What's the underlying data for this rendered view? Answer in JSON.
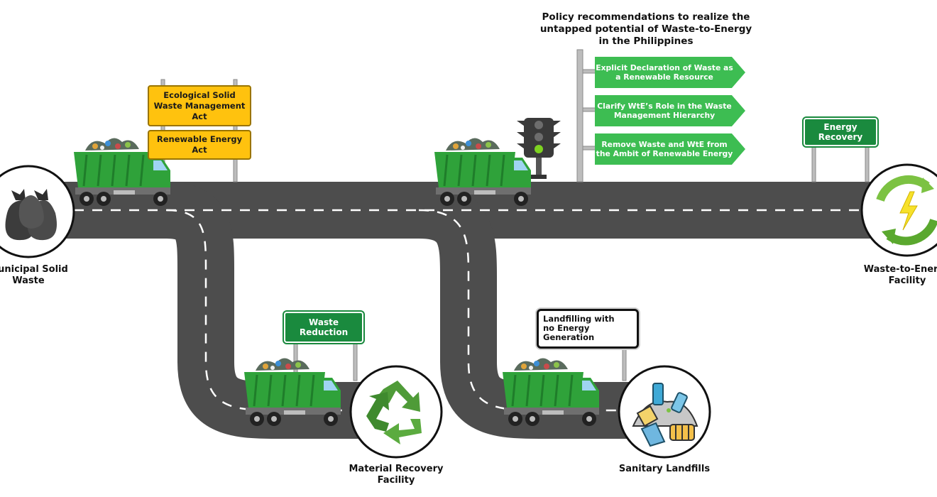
{
  "policy_title": "Policy recommendations to realize the untapped potential of Waste-to-Energy in the Philippines",
  "policy_recommendations": [
    "Explicit Declaration of Waste as a Renewable Resource",
    "Clarify WtE’s Role in the Waste Management Hierarchy",
    "Remove Waste and WtE from the Ambit of Renewable Energy"
  ],
  "law_signs": [
    "Ecological Solid Waste Management Act",
    "Renewable Energy Act"
  ],
  "route_signs": {
    "energy_recovery": "Energy Recovery",
    "waste_reduction": "Waste Reduction",
    "landfilling": "Landfilling with no Energy Generation"
  },
  "nodes": {
    "municipal_solid_waste": "Municipal Solid Waste",
    "waste_to_energy": "Waste-to-Energy Facility",
    "material_recovery": "Material Recovery Facility",
    "sanitary_landfills": "Sanitary Landfills"
  },
  "colors": {
    "road": "#4d4d4d",
    "truck_green": "#2fa23a",
    "sign_green": "#1a8a3e",
    "arrow_green": "#3dbd52",
    "law_yellow": "#ffc20e"
  },
  "icons": [
    "garbage-bags-icon",
    "recycle-icon",
    "energy-recycle-icon",
    "landfill-trash-icon",
    "traffic-light-icon",
    "warning-icon",
    "garbage-truck-icon"
  ]
}
